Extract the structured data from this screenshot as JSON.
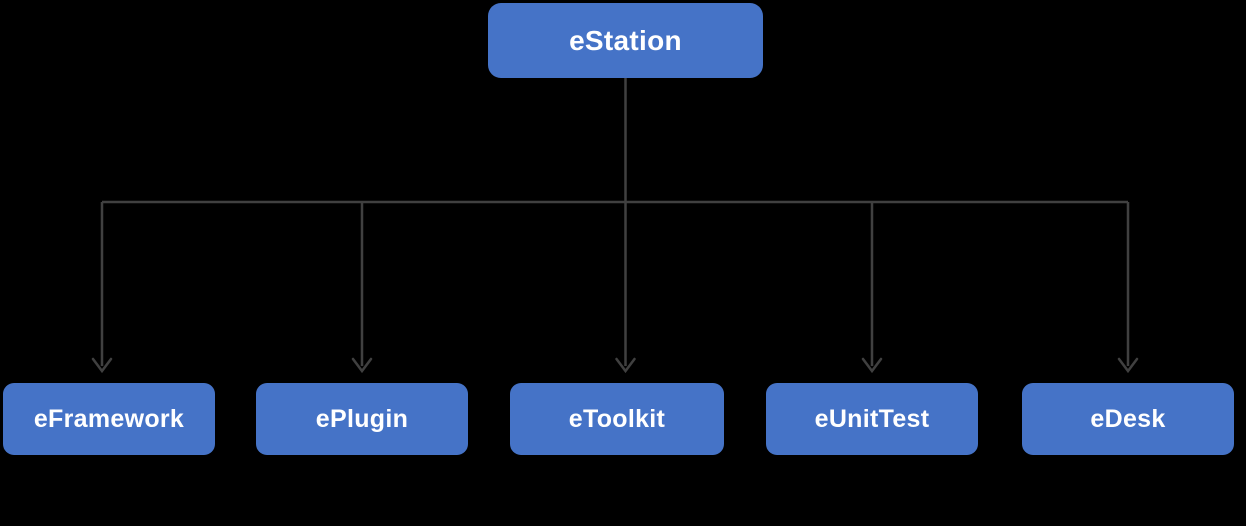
{
  "diagram": {
    "type": "tree",
    "colors": {
      "background": "#000000",
      "node_fill": "#4573c7",
      "node_text": "#ffffff",
      "connector": "#404040"
    },
    "root": {
      "id": "eStation",
      "label": "eStation"
    },
    "children": [
      {
        "id": "eFramework",
        "label": "eFramework"
      },
      {
        "id": "ePlugin",
        "label": "ePlugin"
      },
      {
        "id": "eToolkit",
        "label": "eToolkit"
      },
      {
        "id": "eUnitTest",
        "label": "eUnitTest"
      },
      {
        "id": "eDesk",
        "label": "eDesk"
      }
    ],
    "edges": [
      {
        "from": "eStation",
        "to": "eFramework"
      },
      {
        "from": "eStation",
        "to": "ePlugin"
      },
      {
        "from": "eStation",
        "to": "eToolkit"
      },
      {
        "from": "eStation",
        "to": "eUnitTest"
      },
      {
        "from": "eStation",
        "to": "eDesk"
      }
    ]
  }
}
